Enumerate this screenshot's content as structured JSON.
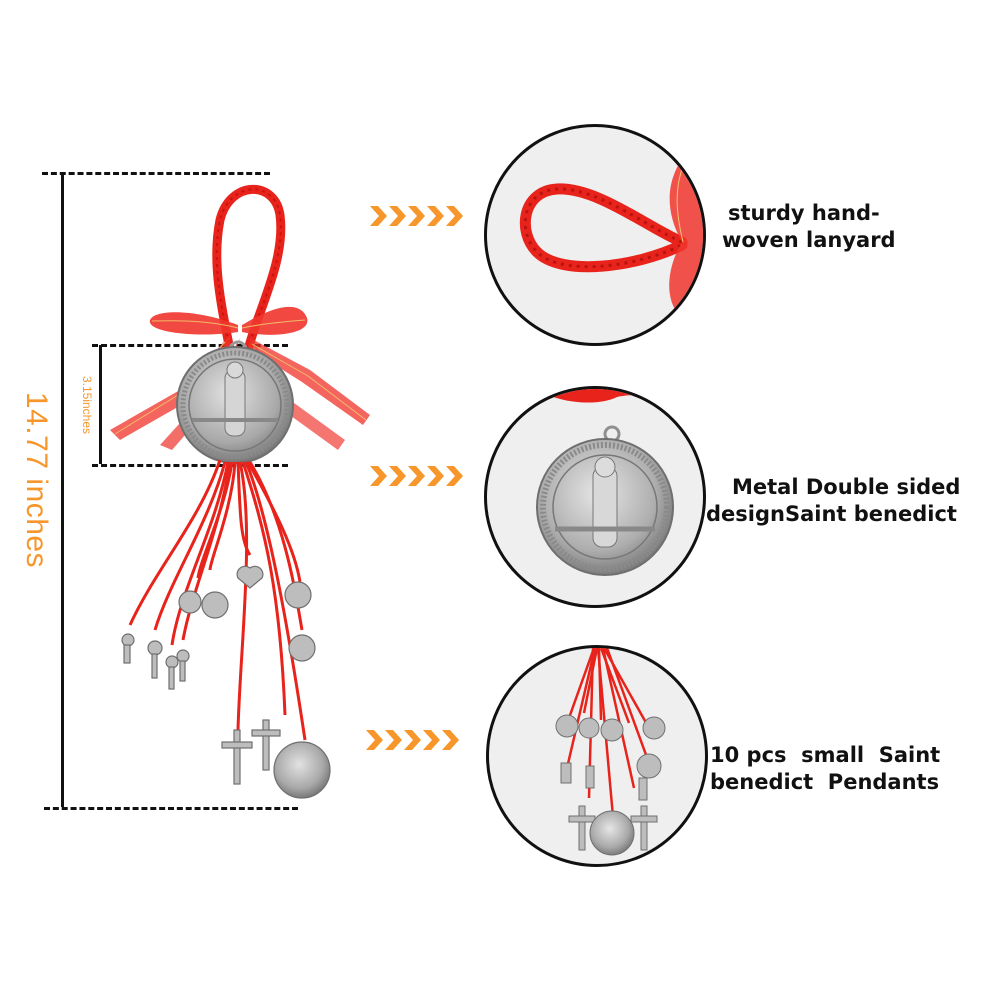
{
  "dimensions": {
    "total_length": "14.77 inches",
    "medal_size": "3.15inches",
    "accent_color": "#f6962b",
    "line_color": "#111111"
  },
  "product": {
    "subject": "Saint Benedict red-cord hanging amulet",
    "cord_color": "#e8231b"
  },
  "features": [
    {
      "icon": "chevron-arrows-icon",
      "detail_image": "hand-woven-lanyard-closeup",
      "caption_line1": "sturdy hand-",
      "caption_line2": "woven lanyard"
    },
    {
      "icon": "chevron-arrows-icon",
      "detail_image": "saint-benedict-medal-closeup",
      "caption_line1": "Metal Double sided",
      "caption_line2": "designSaint benedict"
    },
    {
      "icon": "chevron-arrows-icon",
      "detail_image": "small-pendants-closeup",
      "caption_line1": "10 pcs  small  Saint",
      "caption_line2": "benedict  Pendants"
    }
  ]
}
